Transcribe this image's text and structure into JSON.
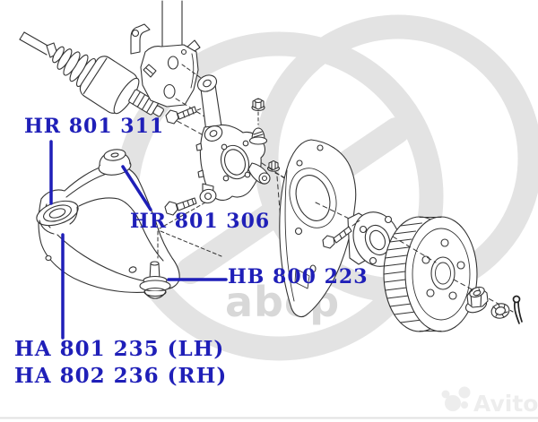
{
  "page": {
    "background": "#ffffff",
    "type": "exploded-parts-diagram"
  },
  "diagram": {
    "labels": {
      "hr801311": "HR 801 311",
      "hr801306": "HR 801 306",
      "hb800223": "HB 800 223",
      "ha801235": "HA 801 235 (LH)",
      "ha802236": "HA 802 236 (RH)"
    },
    "label_color": "#1f1fb8",
    "line_color": "#333333"
  },
  "watermark": {
    "text": "abcp",
    "logo_text": "Avito",
    "text_color": "#d8d8d8",
    "ring_color": "#e3e3e3",
    "avito_color": "#ededed",
    "divider_color": "#e2e2e2"
  }
}
